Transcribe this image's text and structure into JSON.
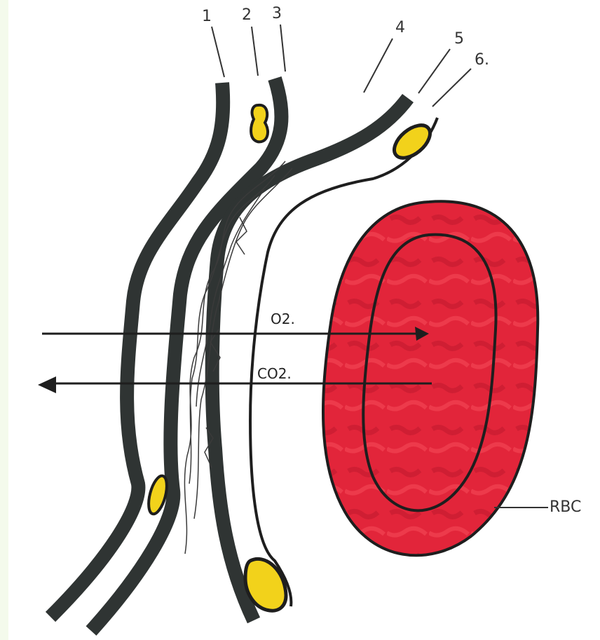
{
  "labels": {
    "l1": "1",
    "l2": "2",
    "l3": "3",
    "l4": "4",
    "l5": "5",
    "l6": "6.",
    "rbc": "RBC"
  },
  "arrows": {
    "o2": "O2.",
    "co2": "CO2."
  },
  "colors": {
    "wall": "#2f3433",
    "nucleus": "#f2d21b",
    "rbc_fill": "#e2253a",
    "rbc_dark": "#c81d30",
    "outline": "#1e1e1e"
  }
}
